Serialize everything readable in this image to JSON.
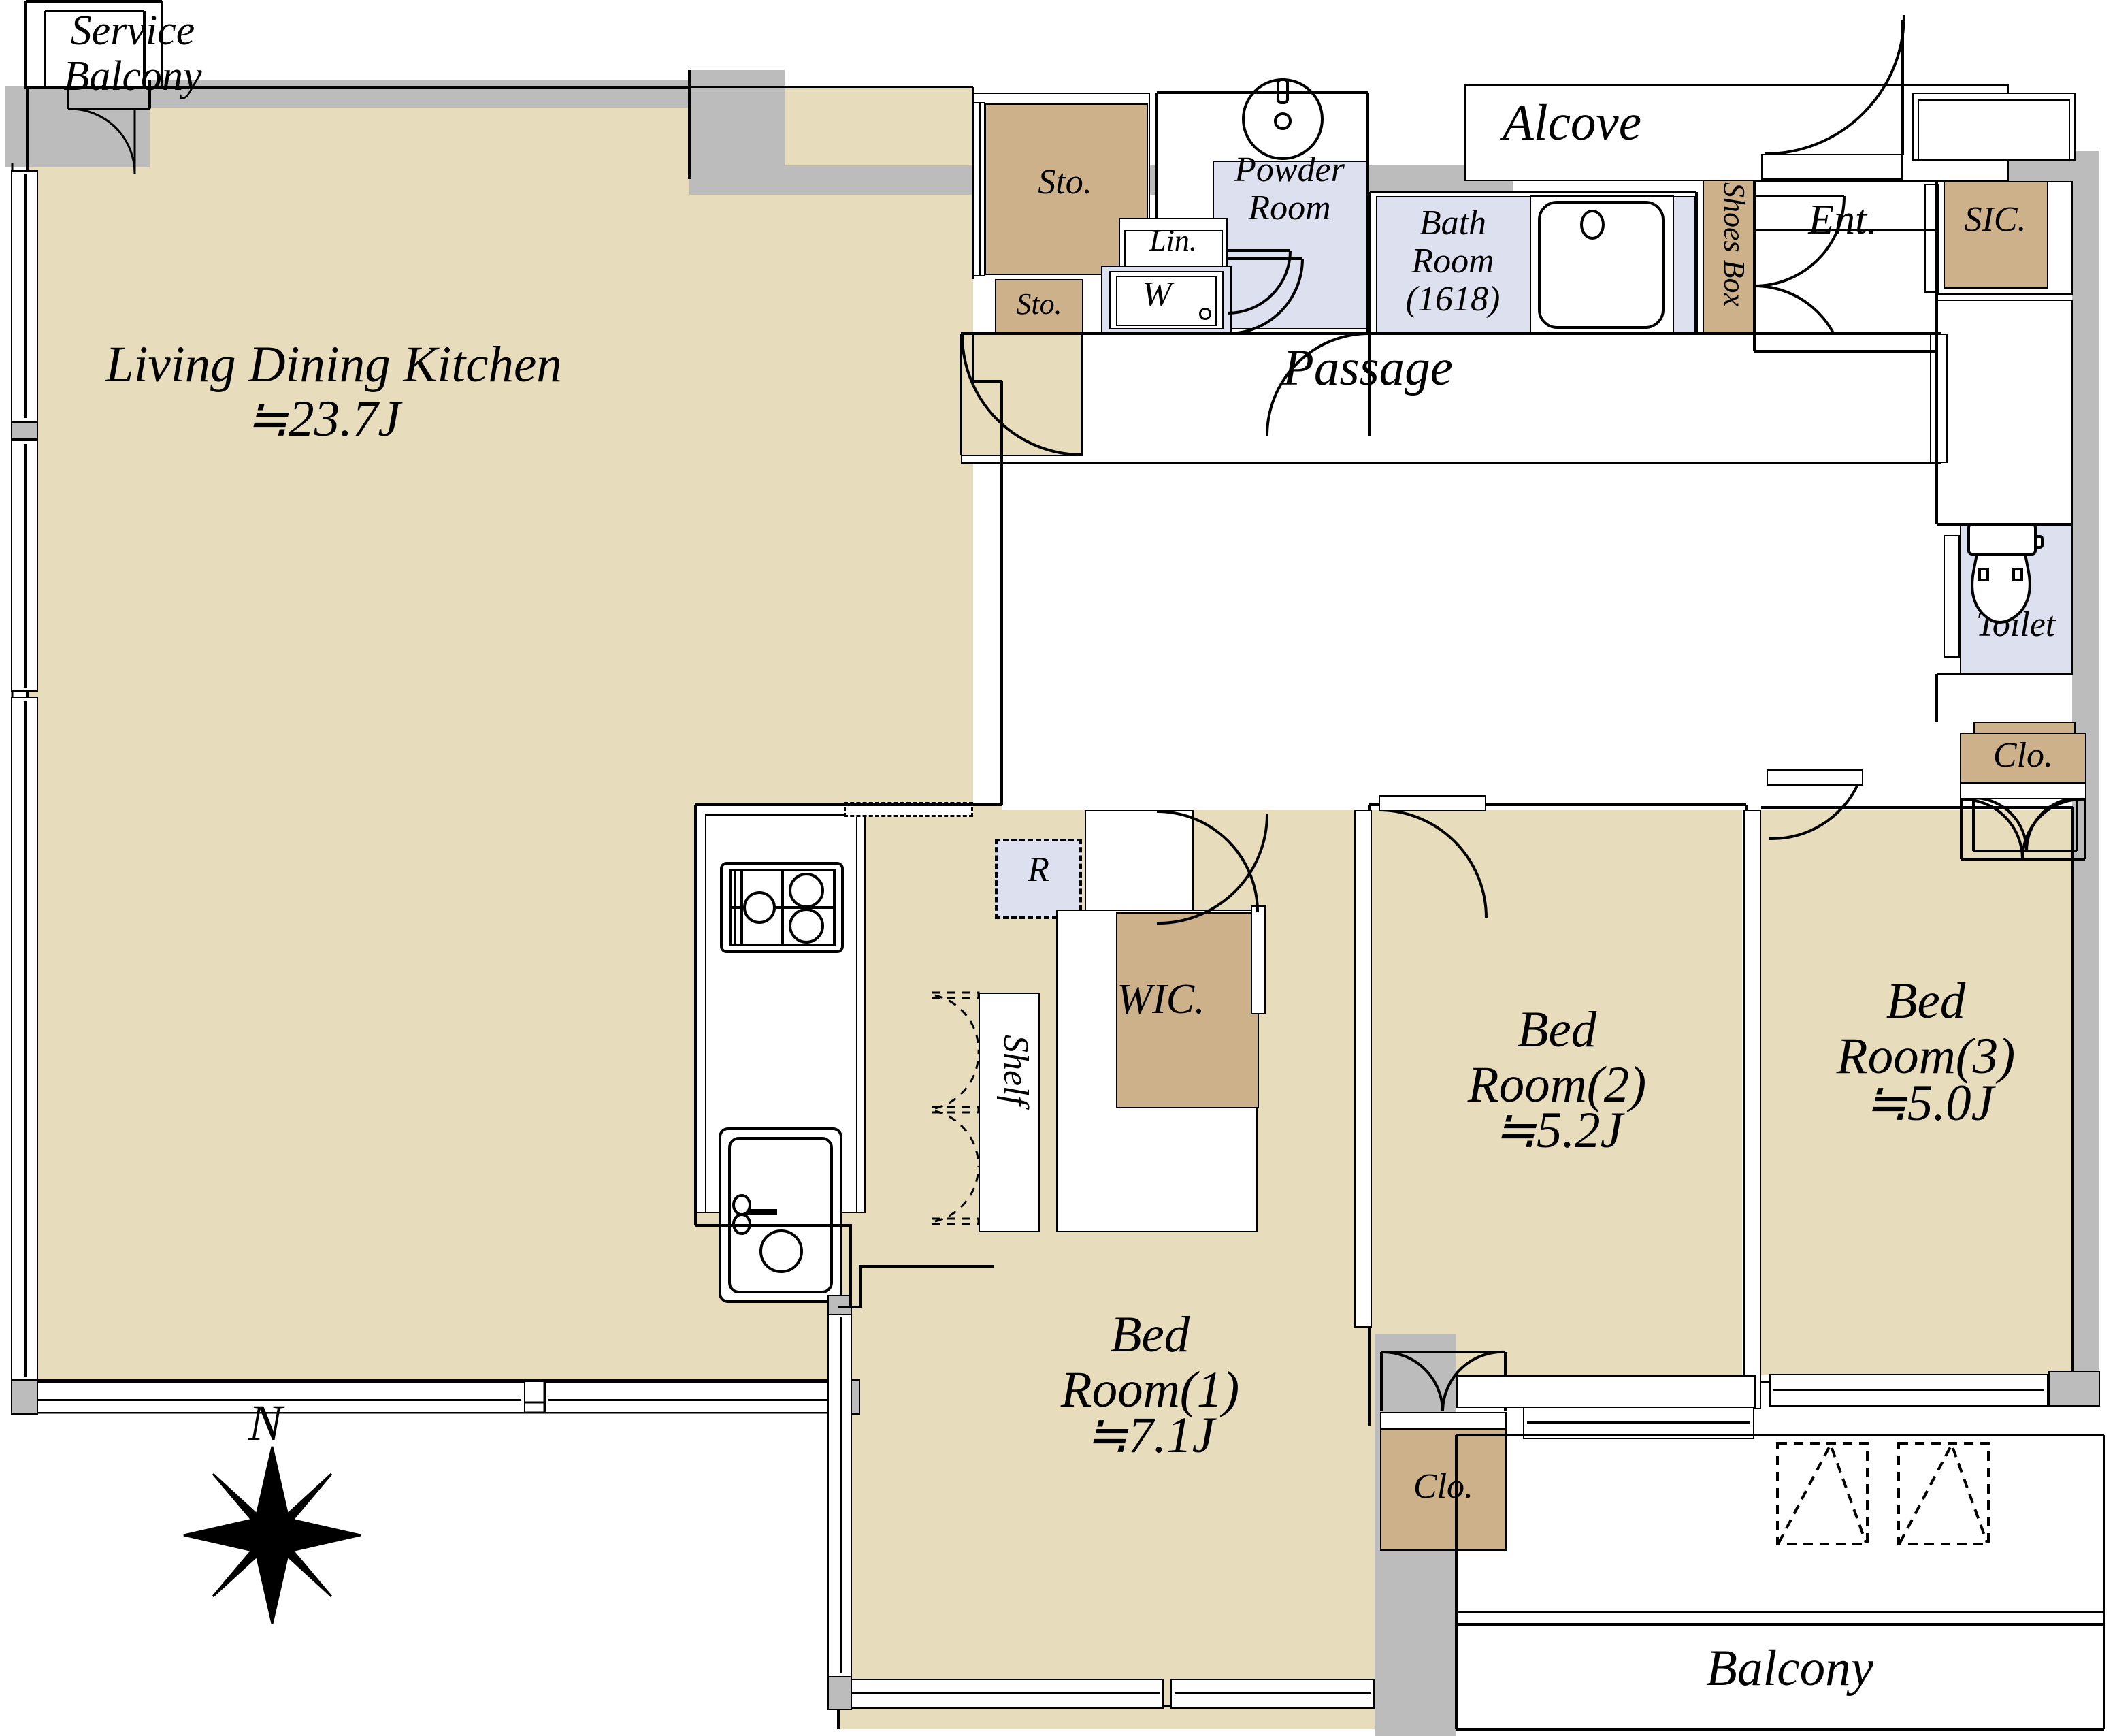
{
  "plan": {
    "title_rooms": {
      "service_balcony": "Service\nBalcony",
      "ldk_name": "Living Dining Kitchen",
      "ldk_area": "≒23.7J",
      "sto_upper": "Sto.",
      "sto_lower": "Sto.",
      "powder_room": "Powder\nRoom",
      "linen": "Lin.",
      "washer": "W",
      "bath_room": "Bath\nRoom\n(1618)",
      "shoes_box": "Shoes Box",
      "alcove": "Alcove",
      "entrance": "Ent.",
      "sic": "SIC.",
      "toilet": "Toilet",
      "closet_ent": "Clo.",
      "passage": "Passage",
      "refrigerator": "R",
      "shelf": "Shelf",
      "wic": "WIC.",
      "bed1_name": "Bed\nRoom(1)",
      "bed1_area": "≒7.1J",
      "bed2_name": "Bed\nRoom(2)",
      "bed2_area": "≒5.2J",
      "bed3_name": "Bed\nRoom(3)",
      "bed3_area": "≒5.0J",
      "closet_bed2": "Clo.",
      "closet_bed3": "Clo.",
      "balcony": "Balcony",
      "north": "N"
    },
    "colors": {
      "floor": "#e7dcbb",
      "wood_storage": "#cdb18a",
      "wet_area": "#dde0ee",
      "structural_wall": "#bcbcbc",
      "outline": "#000000",
      "white": "#ffffff"
    },
    "legend_note": "Japanese condominium floor plan, 3LDK"
  }
}
